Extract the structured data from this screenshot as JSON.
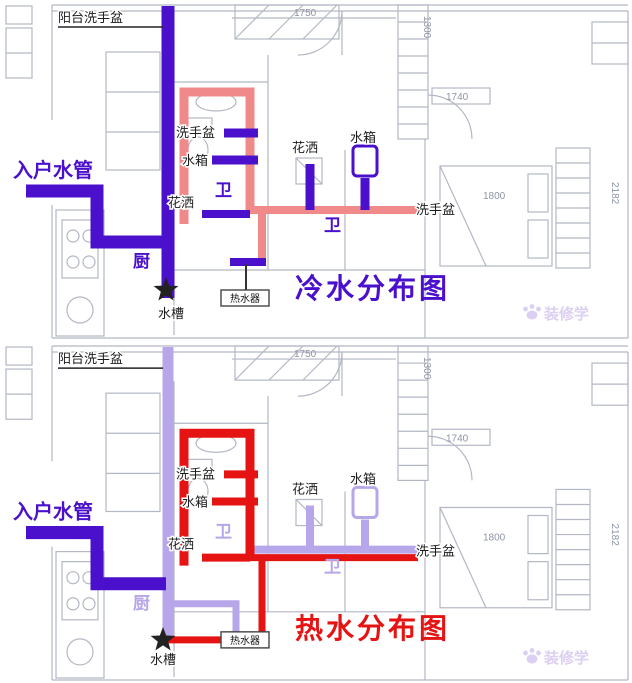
{
  "colors": {
    "purple": "#4a10cb",
    "pink": "#f08a8a",
    "red": "#e61313",
    "faded_purple": "#b7a7ea",
    "label": "#1c1c1c",
    "watermark": "#dcd0f2"
  },
  "floorplan": {
    "dims": {
      "top_width": "1750",
      "right_top_height": "1300",
      "closet_width": "1740",
      "bed_width": "1800",
      "right_height": "2182"
    }
  },
  "cold_panel": {
    "title": "冷水分布图",
    "labels": {
      "balcony_basin": "阳台洗手盆",
      "inlet_pipe": "入户水管",
      "washbasin_left": "洗手盆",
      "tank_left": "水箱",
      "shower_left": "花洒",
      "shower_right": "花洒",
      "tank_right": "水箱",
      "washbasin_right": "洗手盆",
      "bath_left": "卫",
      "bath_right": "卫",
      "kitchen": "厨",
      "sink": "水槽",
      "water_heater": "热水器"
    },
    "watermark": "装修学"
  },
  "hot_panel": {
    "title": "热水分布图",
    "labels": {
      "balcony_basin": "阳台洗手盆",
      "inlet_pipe": "入户水管",
      "washbasin_left": "洗手盆",
      "tank_left": "水箱",
      "shower_left": "花洒",
      "shower_right": "花洒",
      "tank_right": "水箱",
      "washbasin_right": "洗手盆",
      "bath_left": "卫",
      "bath_right": "卫",
      "kitchen": "厨",
      "sink": "水槽",
      "water_heater": "热水器"
    },
    "watermark": "装修学"
  }
}
